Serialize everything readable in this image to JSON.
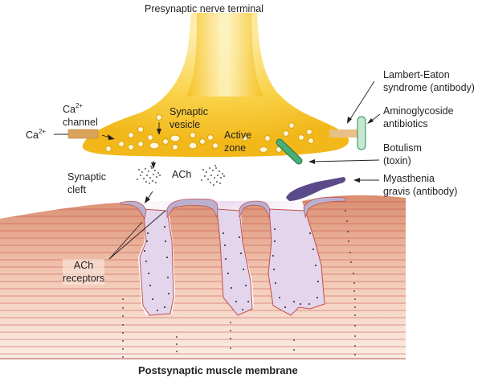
{
  "title": "Presynaptic nerve terminal",
  "footer": "Postsynaptic muscle membrane",
  "labels": {
    "ca_channel_line1": "Ca",
    "ca_channel_sup": "2+",
    "ca_channel_line2": "channel",
    "ca_ion": "Ca",
    "ca_ion_sup": "2+",
    "synaptic_vesicle_line1": "Synaptic",
    "synaptic_vesicle_line2": "vesicle",
    "active_zone_line1": "Active",
    "active_zone_line2": "zone",
    "synaptic_cleft_line1": "Synaptic",
    "synaptic_cleft_line2": "cleft",
    "ach": "ACh",
    "ach_receptors_line1": "ACh",
    "ach_receptors_line2": "receptors",
    "lambert_line1": "Lambert-Eaton",
    "lambert_line2": "syndrome (antibody)",
    "amino_line1": "Aminoglycoside",
    "amino_line2": "antibiotics",
    "botulism_line1": "Botulism",
    "botulism_line2": "(toxin)",
    "myasthenia_line1": "Myasthenia",
    "myasthenia_line2": "gravis (antibody)"
  },
  "colors": {
    "terminal": "#f7c624",
    "terminal_light": "#fdf0b0",
    "ca_channel": "#d9a35a",
    "aminoglycoside": "#c8e6d2",
    "botulism": "#3fa36a",
    "myasthenia": "#5a4a8a",
    "muscle": "#e9b7a3",
    "muscle_line": "#c0504d",
    "fold": "#e3d5ec",
    "fold_cap": "#b9b0d0"
  }
}
